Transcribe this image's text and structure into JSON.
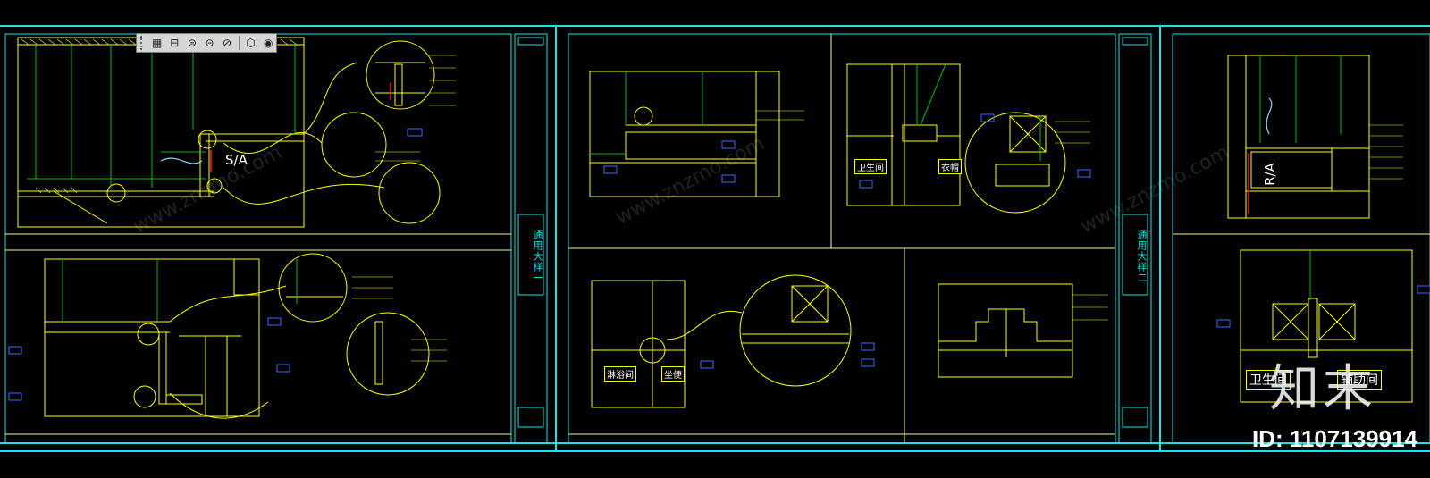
{
  "toolbar": {
    "buttons": [
      {
        "name": "view-top-icon",
        "glyph": "▦"
      },
      {
        "name": "view-front-icon",
        "glyph": "⊟"
      },
      {
        "name": "view-left-icon",
        "glyph": "⊜"
      },
      {
        "name": "view-right-icon",
        "glyph": "⊝"
      },
      {
        "name": "view-bottom-icon",
        "glyph": "⊘"
      },
      {
        "name": "view-iso-icon",
        "glyph": "⬡"
      },
      {
        "name": "view-camera-icon",
        "glyph": "◉"
      }
    ]
  },
  "sheets": {
    "sheet1_title": "通用大样一",
    "sheet2_title": "通用大样二"
  },
  "labels": {
    "sa": "S/A",
    "ra": "R/A",
    "bathroom": "卫生间",
    "cloakroom": "衣帽",
    "shower": "淋浴间",
    "toilet": "坐便",
    "bathroom2": "卫生间",
    "aux_room": "辅助间"
  },
  "watermark": {
    "logo": "知末",
    "id": "ID: 1107139914",
    "ghost": "www.znzmo.com"
  },
  "colors": {
    "frame": "#19e3e3",
    "lines": "#ffff00",
    "green": "#00c000",
    "red": "#ff2020",
    "background": "#000000"
  }
}
